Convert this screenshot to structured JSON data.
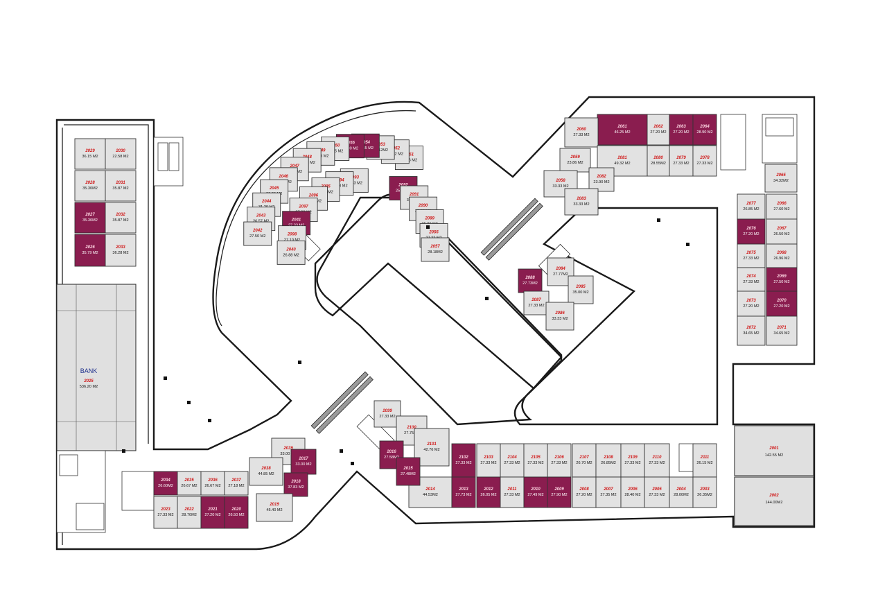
{
  "colors": {
    "sold": "#8a1d4f",
    "available": "#e2e2e2",
    "unit_number": "#d01818"
  },
  "bank": {
    "label": "BANK",
    "number": "2025",
    "area": "536.20 M2"
  },
  "units_left_block": [
    {
      "n": "2029",
      "a": "36.15 M2",
      "s": false
    },
    {
      "n": "2030",
      "a": "22.58 M2",
      "s": false
    },
    {
      "n": "2028",
      "a": "35.30M2",
      "s": false
    },
    {
      "n": "2031",
      "a": "35.87 M2",
      "s": false
    },
    {
      "n": "2027",
      "a": "35.30M2",
      "s": true
    },
    {
      "n": "2032",
      "a": "35.87 M2",
      "s": false
    },
    {
      "n": "2026",
      "a": "35.79 M2",
      "s": true
    },
    {
      "n": "2033",
      "a": "36.28 M2",
      "s": false
    }
  ],
  "units_arc": [
    {
      "n": "2051",
      "a": "29.16 M2",
      "s": false
    },
    {
      "n": "2052",
      "a": "31.12 M2",
      "s": false
    },
    {
      "n": "2053",
      "a": "31.12M2",
      "s": false
    },
    {
      "n": "2054",
      "a": "25.65 M2",
      "s": true
    },
    {
      "n": "2055",
      "a": "27.90 M2",
      "s": true
    },
    {
      "n": "2050",
      "a": "27.25 M2",
      "s": false
    },
    {
      "n": "2049",
      "a": "24.35 M2",
      "s": false
    },
    {
      "n": "2048",
      "a": "27.33 M2",
      "s": false
    },
    {
      "n": "2047",
      "a": "26.18M2",
      "s": false
    },
    {
      "n": "2046",
      "a": "29.16 M2",
      "s": false
    },
    {
      "n": "2045",
      "a": "30.86 M2",
      "s": false
    },
    {
      "n": "2044",
      "a": "31.20 M2",
      "s": false
    },
    {
      "n": "2043",
      "a": "26.57 M2",
      "s": false
    },
    {
      "n": "2042",
      "a": "27.50 M2",
      "s": false
    },
    {
      "n": "2093",
      "a": "27.33 M2",
      "s": false
    },
    {
      "n": "2094",
      "a": "27.33 M2",
      "s": false
    },
    {
      "n": "2095",
      "a": "55.25M2",
      "s": false
    },
    {
      "n": "2096",
      "a": "35.85 M2",
      "s": false
    },
    {
      "n": "2097",
      "a": "27.33 M2",
      "s": false
    },
    {
      "n": "2041",
      "a": "27.33 M2",
      "s": true
    },
    {
      "n": "2098",
      "a": "27.10 M2",
      "s": false
    },
    {
      "n": "2040",
      "a": "26.88 M2",
      "s": false
    },
    {
      "n": "2092",
      "a": "25.40M2",
      "s": true
    },
    {
      "n": "2091",
      "a": "36.27M2",
      "s": false
    },
    {
      "n": "2090",
      "a": "27.33 M2",
      "s": false
    },
    {
      "n": "2089",
      "a": "25.80 M2",
      "s": false
    },
    {
      "n": "2056",
      "a": "27.22 M2",
      "s": false
    },
    {
      "n": "2057",
      "a": "28.18M2",
      "s": false
    }
  ],
  "units_top_right": [
    {
      "n": "2061",
      "a": "46.25 M2",
      "s": true
    },
    {
      "n": "2062",
      "a": "27.20 M2",
      "s": false
    },
    {
      "n": "2063",
      "a": "27.20 M2",
      "s": true
    },
    {
      "n": "2064",
      "a": "28.90 M2",
      "s": true
    },
    {
      "n": "2060",
      "a": "27.33 M2",
      "s": false
    },
    {
      "n": "2081",
      "a": "49.32 M2",
      "s": false
    },
    {
      "n": "2080",
      "a": "28.55M2",
      "s": false
    },
    {
      "n": "2079",
      "a": "27.33 M2",
      "s": false
    },
    {
      "n": "2078",
      "a": "27.33 M2",
      "s": false
    },
    {
      "n": "2059",
      "a": "23.86 M2",
      "s": false
    },
    {
      "n": "2058",
      "a": "33.33 M2",
      "s": false
    },
    {
      "n": "2082",
      "a": "23.90 M2",
      "s": false
    },
    {
      "n": "2083",
      "a": "33.33 M2",
      "s": false
    }
  ],
  "units_center_block": [
    {
      "n": "2088",
      "a": "27.73M2",
      "s": true
    },
    {
      "n": "2084",
      "a": "27.77M2",
      "s": false
    },
    {
      "n": "2087",
      "a": "27.33 M2",
      "s": false
    },
    {
      "n": "2085",
      "a": "35.00 M2",
      "s": false
    },
    {
      "n": "2086",
      "a": "33.33 M2",
      "s": false
    }
  ],
  "units_right_block": [
    {
      "n": "2065",
      "a": "34.32M2",
      "s": false
    },
    {
      "n": "2077",
      "a": "26.85 M2",
      "s": false
    },
    {
      "n": "2066",
      "a": "27.60 M2",
      "s": false
    },
    {
      "n": "2076",
      "a": "27.20 M2",
      "s": true
    },
    {
      "n": "2067",
      "a": "26.50 M2",
      "s": false
    },
    {
      "n": "2075",
      "a": "27.33 M2",
      "s": false
    },
    {
      "n": "2068",
      "a": "26.96 M2",
      "s": false
    },
    {
      "n": "2074",
      "a": "27.33 M2",
      "s": false
    },
    {
      "n": "2069",
      "a": "27.50 M2",
      "s": true
    },
    {
      "n": "2073",
      "a": "27.20 M2",
      "s": false
    },
    {
      "n": "2070",
      "a": "27.20 M2",
      "s": true
    },
    {
      "n": "2072",
      "a": "34.65 M2",
      "s": false
    },
    {
      "n": "2071",
      "a": "34.65 M2",
      "s": false
    }
  ],
  "units_bottom_row_top": [
    {
      "n": "2102",
      "a": "27.33 M2",
      "s": true
    },
    {
      "n": "2103",
      "a": "27.33 M2",
      "s": false
    },
    {
      "n": "2104",
      "a": "27.33 M2",
      "s": false
    },
    {
      "n": "2105",
      "a": "27.33 M2",
      "s": false
    },
    {
      "n": "2106",
      "a": "27.33 M2",
      "s": false
    },
    {
      "n": "2107",
      "a": "26.70 M2",
      "s": false
    },
    {
      "n": "2108",
      "a": "26.85M2",
      "s": false
    },
    {
      "n": "2109",
      "a": "27.33 M2",
      "s": false
    },
    {
      "n": "2110",
      "a": "27.33 M2",
      "s": false
    },
    {
      "n": "2111",
      "a": "26.15 M2",
      "s": false
    }
  ],
  "units_bottom_row_bottom": [
    {
      "n": "2014",
      "a": "44.53M2",
      "s": false
    },
    {
      "n": "2013",
      "a": "27.73 M2",
      "s": true
    },
    {
      "n": "2012",
      "a": "26.05 M2",
      "s": true
    },
    {
      "n": "2011",
      "a": "27.33 M2",
      "s": false
    },
    {
      "n": "2010",
      "a": "27.49 M2",
      "s": true
    },
    {
      "n": "2009",
      "a": "27.90 M2",
      "s": true
    },
    {
      "n": "2008",
      "a": "27.20 M2",
      "s": false
    },
    {
      "n": "2007",
      "a": "27.35 M2",
      "s": false
    },
    {
      "n": "2006",
      "a": "28.40 M2",
      "s": false
    },
    {
      "n": "2005",
      "a": "27.33 M2",
      "s": false
    },
    {
      "n": "2004",
      "a": "28.00M2",
      "s": false
    },
    {
      "n": "2003",
      "a": "26.35M2",
      "s": false
    }
  ],
  "units_bottom_mid": [
    {
      "n": "2099",
      "a": "27.33 M2",
      "s": false
    },
    {
      "n": "2100",
      "a": "27.75M2",
      "s": false
    },
    {
      "n": "2101",
      "a": "42.76 M2",
      "s": false
    },
    {
      "n": "2016",
      "a": "27.58M2",
      "s": true
    },
    {
      "n": "2015",
      "a": "27.48M2",
      "s": true
    },
    {
      "n": "2039",
      "a": "33.00 M2",
      "s": false
    },
    {
      "n": "2038",
      "a": "44.85 M2",
      "s": false
    },
    {
      "n": "2017",
      "a": "33.00 M2",
      "s": true
    },
    {
      "n": "2018",
      "a": "37.83 M2",
      "s": true
    },
    {
      "n": "2019",
      "a": "45.40 M2",
      "s": false
    }
  ],
  "units_bottom_left": [
    {
      "n": "2034",
      "a": "26.60M2",
      "s": true
    },
    {
      "n": "2035",
      "a": "26.67 M2",
      "s": false
    },
    {
      "n": "2036",
      "a": "26.67 M2",
      "s": false
    },
    {
      "n": "2037",
      "a": "27.18 M2",
      "s": false
    },
    {
      "n": "2023",
      "a": "27.33 M2",
      "s": false
    },
    {
      "n": "2022",
      "a": "28.70M2",
      "s": false
    },
    {
      "n": "2021",
      "a": "27.20 M2",
      "s": true
    },
    {
      "n": "2020",
      "a": "26.50 M2",
      "s": true
    }
  ],
  "units_large_right": [
    {
      "n": "2001",
      "a": "142.55 M2"
    },
    {
      "n": "2002",
      "a": "144.00M2"
    }
  ]
}
